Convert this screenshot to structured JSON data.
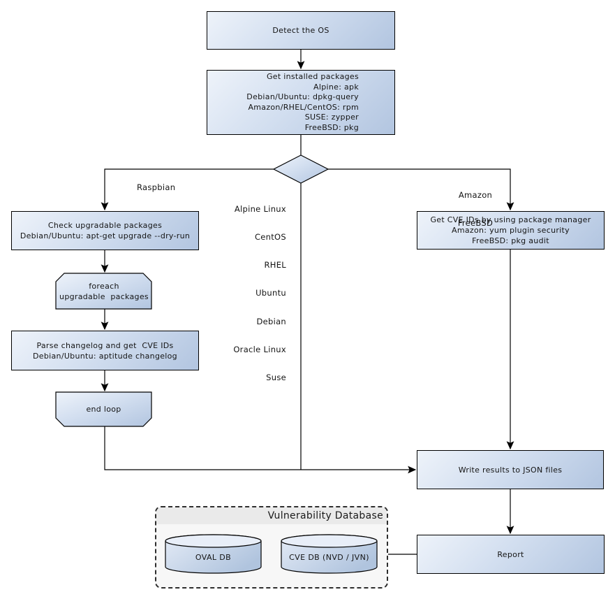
{
  "colors": {
    "node_fill_light": "#eef3fa",
    "node_fill_dark": "#b2c5e0",
    "node_border": "#000000",
    "connector": "#000000",
    "db_group_fill": "#f7f7f7",
    "db_group_header_fill": "#eaeaea",
    "text": "#141414"
  },
  "nodes": {
    "detect_os": {
      "label": "Detect the OS"
    },
    "get_installed_packages": {
      "lines": [
        "Get installed packages",
        "Alpine: apk",
        "Debian/Ubuntu: dpkg-query",
        "Amazon/RHEL/CentOS: rpm",
        "SUSE: zypper",
        "FreeBSD: pkg"
      ]
    },
    "check_upgradable_packages": {
      "lines": [
        "Check upgradable packages",
        "Debian/Ubuntu: apt-get upgrade --dry-run"
      ]
    },
    "foreach_loop": {
      "lines": [
        "foreach",
        "upgradable  packages"
      ]
    },
    "parse_changelog": {
      "lines": [
        "Parse changelog and get  CVE IDs",
        "Debian/Ubuntu: aptitude changelog"
      ]
    },
    "end_loop": {
      "label": "end loop"
    },
    "get_cve_ids_by_package_manager": {
      "lines": [
        "Get CVE IDs by using package manager",
        "Amazon: yum plugin security",
        "FreeBSD: pkg audit"
      ]
    },
    "write_results": {
      "label": "Write results to JSON files"
    },
    "report": {
      "label": "Report"
    }
  },
  "edge_labels": {
    "raspbian": "Raspbian",
    "amazon_freebsd": {
      "lines": [
        "Amazon",
        "FreeBSD"
      ]
    },
    "os_list": [
      "Alpine Linux",
      "CentOS",
      "RHEL",
      "Ubuntu",
      "Debian",
      "Oracle Linux",
      "Suse"
    ]
  },
  "vulnerability_database": {
    "title": "Vulnerability Database",
    "oval_db": "OVAL DB",
    "cve_db": "CVE DB (NVD / JVN)"
  }
}
